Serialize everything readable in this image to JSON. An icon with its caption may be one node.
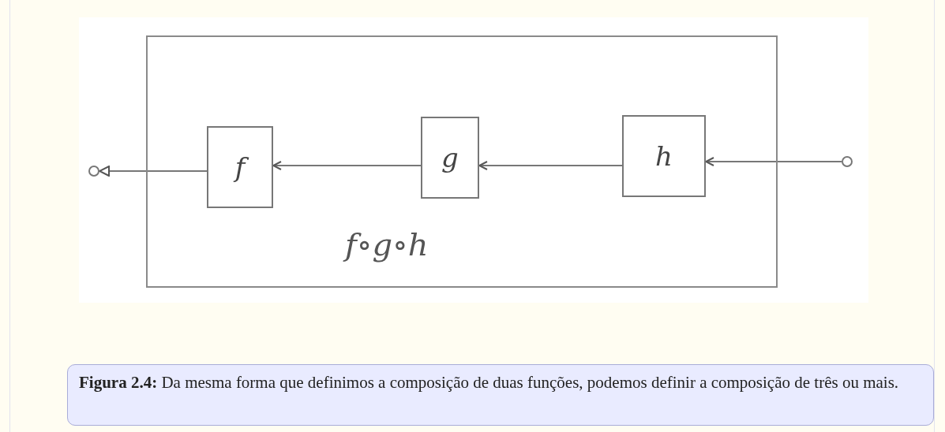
{
  "diagram": {
    "caption": "**Figura 2.4:** Da mesma forma que definimos a composição de duas funções, podemos definir a composição de três ou mais.",
    "nodes": [
      {
        "text": [
          "f∘g∘h"
        ]
      },
      {
        "text": [
          "f"
        ],
        "in": 0
      },
      {
        "text": [
          "g"
        ],
        "in": 0
      },
      {
        "text": [
          "h"
        ],
        "in": 0
      },
      {
        "text": [],
        "shape": "circle"
      },
      {
        "text": [],
        "shape": "circle"
      }
    ],
    "edges": [
      {
        "from": 5,
        "to": 3,
        "arrow": "to"
      },
      {
        "from": 3,
        "to": 2,
        "arrow": "to"
      },
      {
        "from": 2,
        "to": 1,
        "arrow": "to"
      },
      {
        "from": 1,
        "to": 4,
        "arrow": "to"
      }
    ]
  }
}
